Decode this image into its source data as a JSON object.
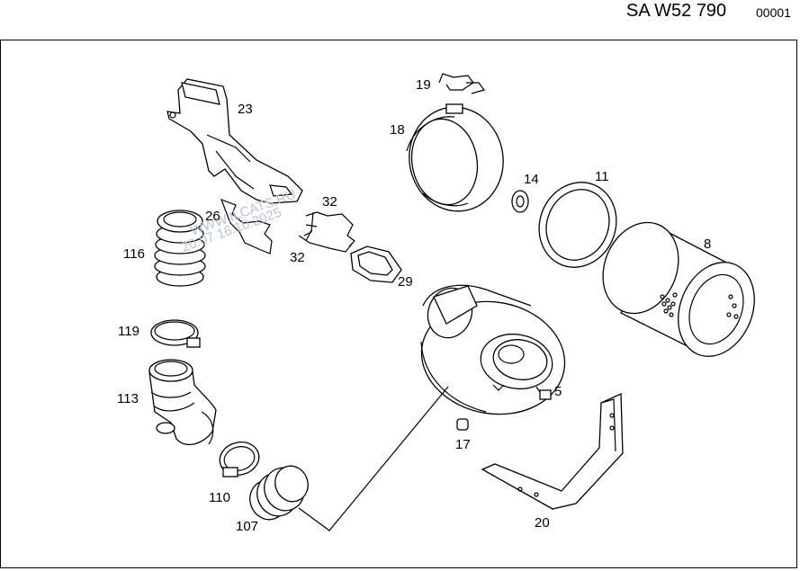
{
  "header": {
    "diagram_code": "SA W52 790",
    "sheet_number": "00001"
  },
  "watermark": {
    "line1": "WWW.ILCATS.RU",
    "line2": "20.07 16.10.2025"
  },
  "callouts": {
    "c23": "23",
    "c19": "19",
    "c18": "18",
    "c14": "14",
    "c11": "11",
    "c26": "26",
    "c32a": "32",
    "c32b": "32",
    "c116": "116",
    "c29": "29",
    "c8": "8",
    "c119": "119",
    "c113": "113",
    "c5": "5",
    "c17": "17",
    "c110": "110",
    "c107": "107",
    "c20": "20"
  },
  "colors": {
    "line": "#000000",
    "watermark": "#b8c4d6",
    "background": "#ffffff"
  }
}
